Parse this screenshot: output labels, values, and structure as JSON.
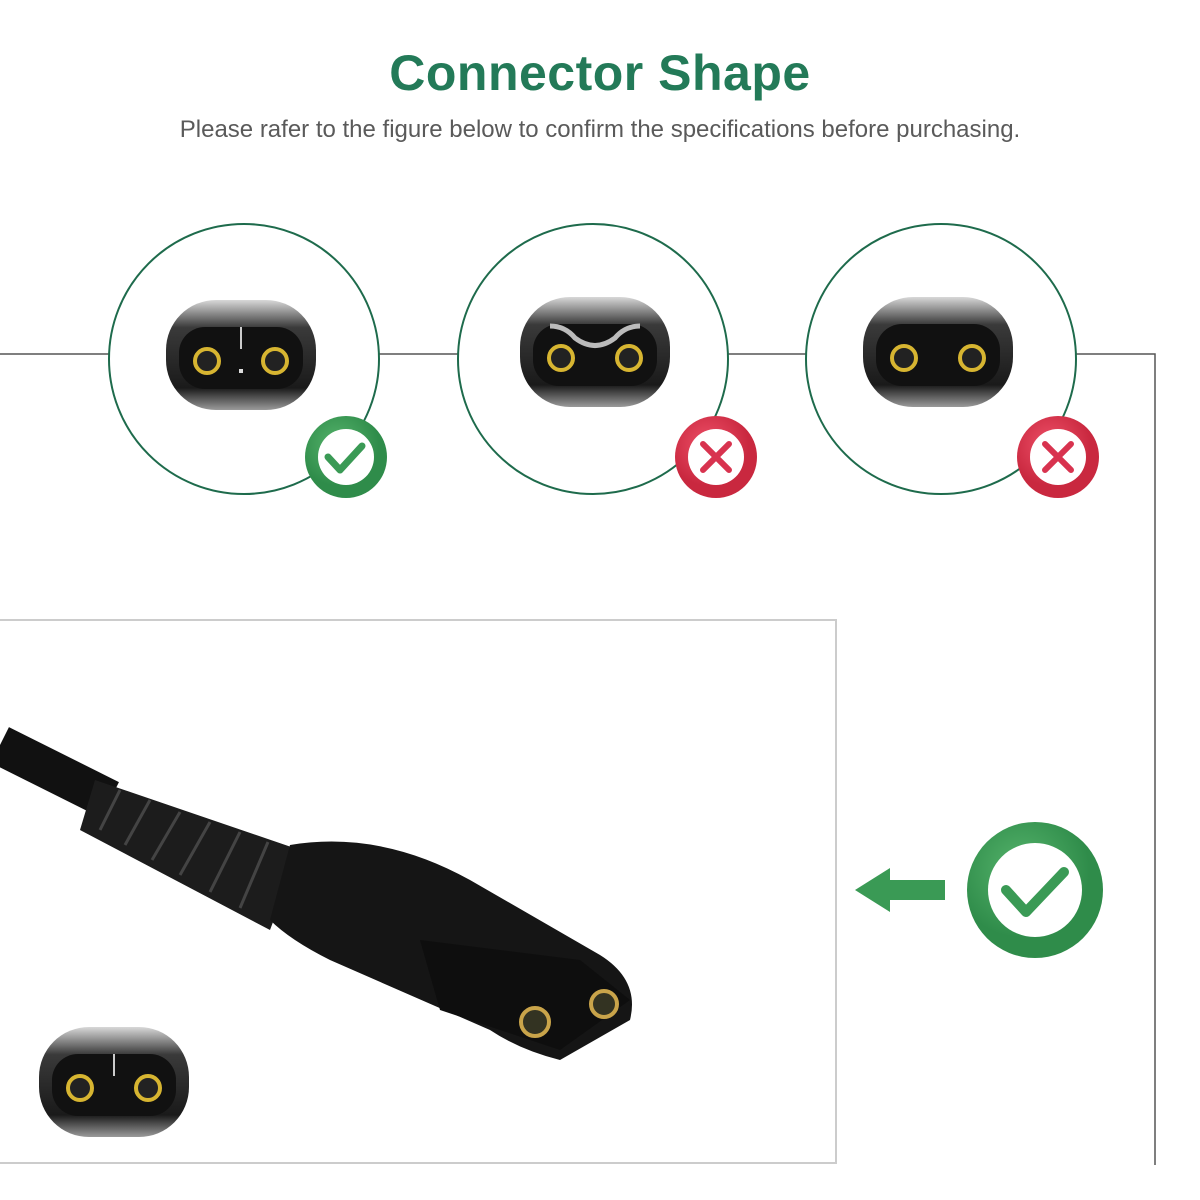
{
  "header": {
    "title": "Connector Shape",
    "subtitle": "Please rafer to the figure below to confirm the specifications before purchasing."
  },
  "options": [
    {
      "shape": "flat-with-slit",
      "status": "correct",
      "icon": "check-icon"
    },
    {
      "shape": "notched-top",
      "status": "incorrect",
      "icon": "cross-icon"
    },
    {
      "shape": "flat-plain",
      "status": "incorrect",
      "icon": "cross-icon"
    }
  ],
  "colors": {
    "title": "#237a58",
    "correct": "#3a9a55",
    "incorrect": "#d8334f",
    "line": "#555555"
  }
}
